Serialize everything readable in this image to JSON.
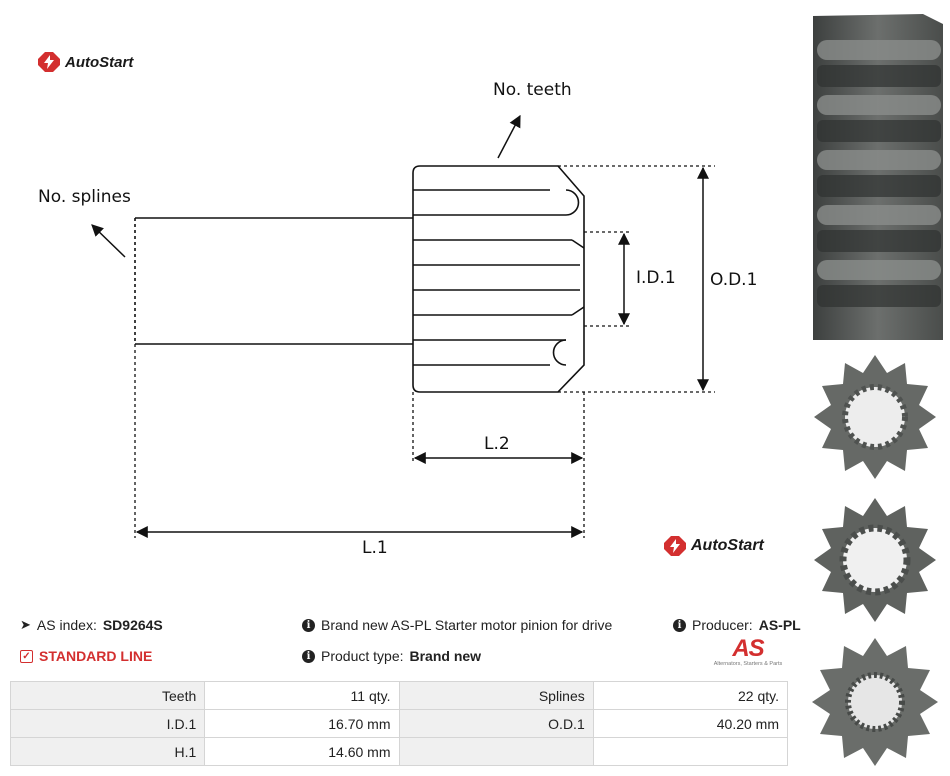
{
  "brand": {
    "name": "AutoStart"
  },
  "drawing": {
    "no_teeth": "No. teeth",
    "no_splines": "No. splines",
    "id1": "I.D.1",
    "od1": "O.D.1",
    "l2": "L.2",
    "l1": "L.1"
  },
  "info": {
    "as_index_label": "AS index:",
    "as_index_value": "SD9264S",
    "description": "Brand new AS-PL Starter motor pinion for drive",
    "producer_label": "Producer:",
    "producer_value": "AS-PL",
    "standard_line": "STANDARD LINE",
    "product_type_label": "Product type:",
    "product_type_value": "Brand new",
    "as_logo_text": "AS",
    "as_logo_caption": "Alternators, Starters & Parts"
  },
  "specs": {
    "rows": [
      {
        "l1": "Teeth",
        "v1": "11 qty.",
        "l2": "Splines",
        "v2": "22 qty."
      },
      {
        "l1": "I.D.1",
        "v1": "16.70 mm",
        "l2": "O.D.1",
        "v2": "40.20 mm"
      },
      {
        "l1": "H.1",
        "v1": "14.60 mm",
        "l2": "",
        "v2": ""
      }
    ]
  },
  "colors": {
    "accent_red": "#d32f2f",
    "metal": "#5e615f"
  }
}
